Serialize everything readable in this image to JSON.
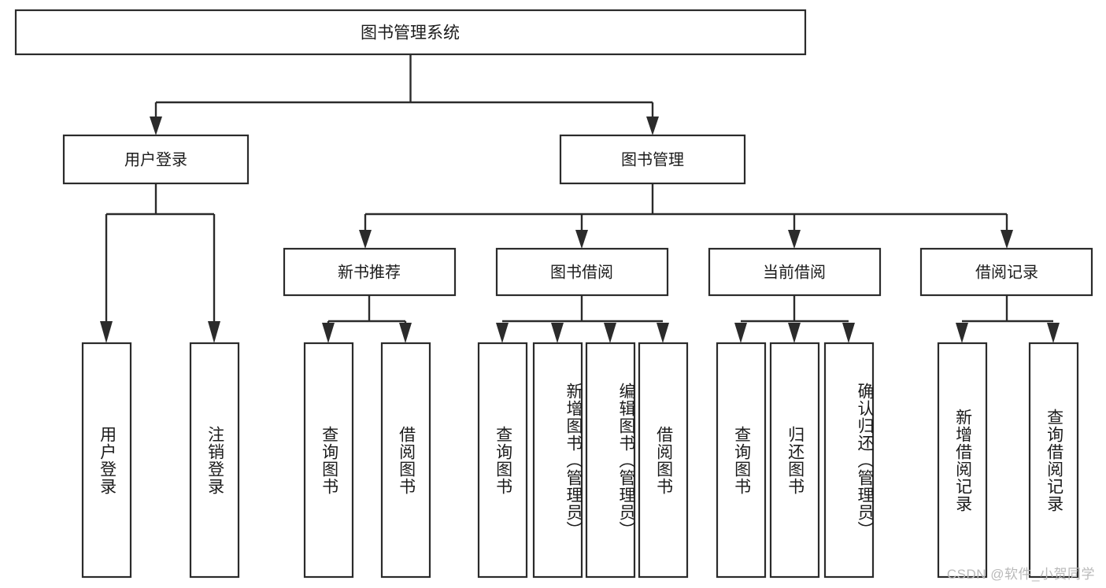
{
  "diagram": {
    "type": "tree-hierarchy",
    "title_node": "图书管理系统",
    "watermark": "CSDN @软件_小贺同学",
    "colors": {
      "stroke": "#2b2b2b",
      "fill": "#ffffff",
      "text": "#1b1b1b",
      "watermark": "#b9b9b9"
    },
    "levels": {
      "root": {
        "label": "图书管理系统"
      },
      "level2": [
        {
          "label": "用户登录"
        },
        {
          "label": "图书管理"
        }
      ],
      "level3": [
        {
          "label": "新书推荐"
        },
        {
          "label": "图书借阅"
        },
        {
          "label": "当前借阅"
        },
        {
          "label": "借阅记录"
        }
      ],
      "leaves": [
        {
          "label": "用户登录",
          "parent": "用户登录"
        },
        {
          "label": "注销登录",
          "parent": "用户登录"
        },
        {
          "label": "查询图书",
          "parent": "新书推荐"
        },
        {
          "label": "借阅图书",
          "parent": "新书推荐"
        },
        {
          "label": "查询图书",
          "parent": "图书借阅"
        },
        {
          "label": "新增图书（管理员）",
          "parent": "图书借阅"
        },
        {
          "label": "编辑图书（管理员）",
          "parent": "图书借阅"
        },
        {
          "label": "借阅图书",
          "parent": "图书借阅"
        },
        {
          "label": "查询图书",
          "parent": "当前借阅"
        },
        {
          "label": "归还图书",
          "parent": "当前借阅"
        },
        {
          "label": "确认归还（管理员）",
          "parent": "当前借阅"
        },
        {
          "label": "新增借阅记录",
          "parent": "借阅记录"
        },
        {
          "label": "查询借阅记录",
          "parent": "借阅记录"
        }
      ]
    }
  }
}
